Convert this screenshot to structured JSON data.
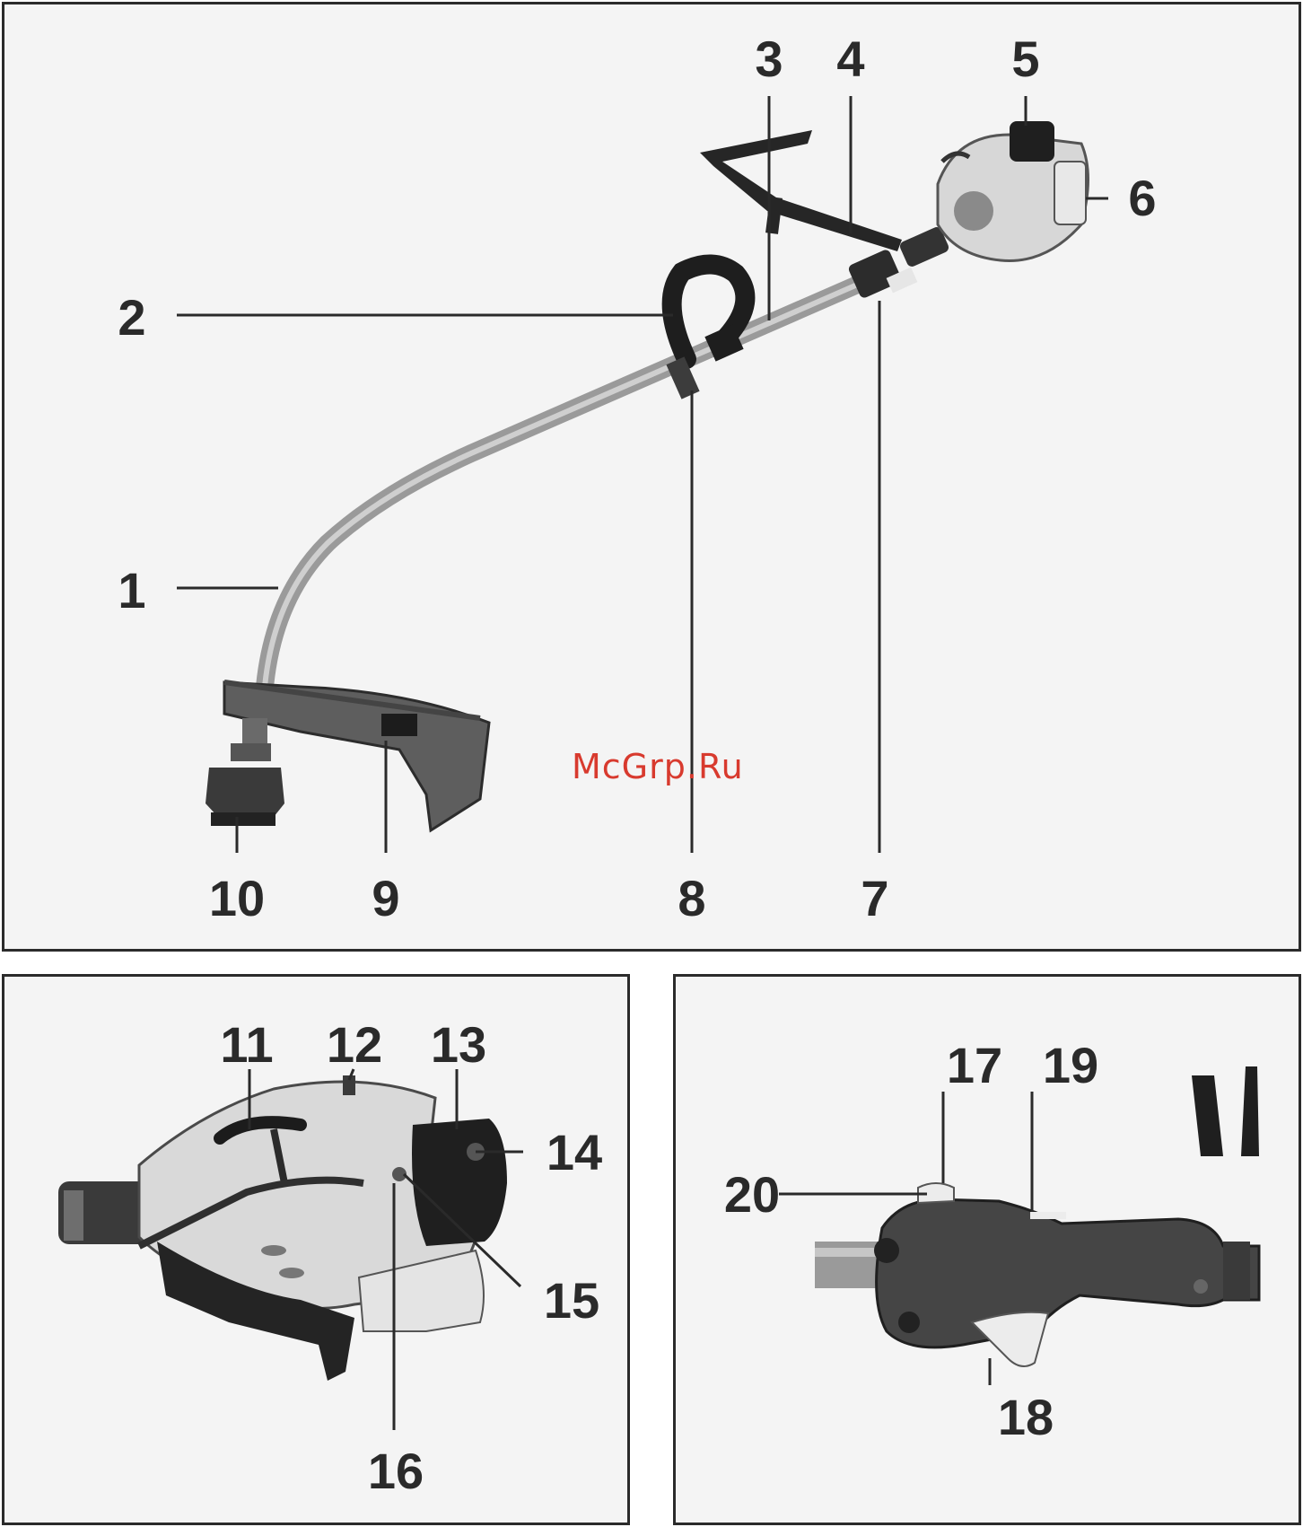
{
  "watermark": "McGrp.Ru",
  "callouts": {
    "c1": "1",
    "c2": "2",
    "c3": "3",
    "c4": "4",
    "c5": "5",
    "c6": "6",
    "c7": "7",
    "c8": "8",
    "c9": "9",
    "c10": "10",
    "c11": "11",
    "c12": "12",
    "c13": "13",
    "c14": "14",
    "c15": "15",
    "c16": "16",
    "c17": "17",
    "c18": "18",
    "c19": "19",
    "c20": "20"
  }
}
